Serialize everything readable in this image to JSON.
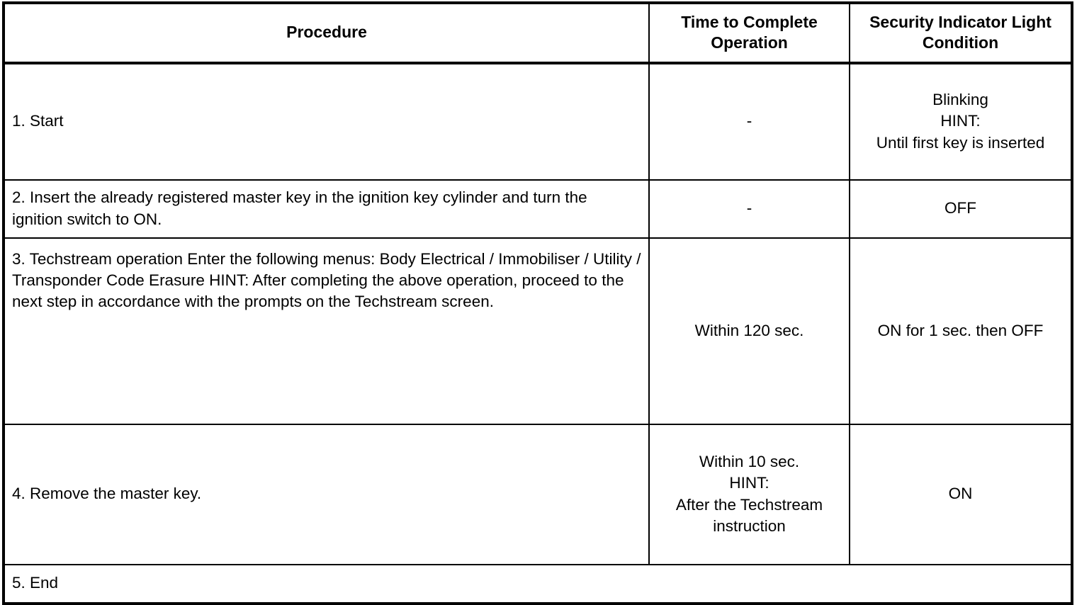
{
  "table": {
    "columns": [
      {
        "key": "procedure",
        "label": "Procedure"
      },
      {
        "key": "time",
        "label": "Time to Complete\nOperation",
        "label_line1": "Time to Complete",
        "label_line2": "Operation"
      },
      {
        "key": "light",
        "label": "Security Indicator Light\nCondition",
        "label_line1": "Security Indicator Light",
        "label_line2": "Condition"
      }
    ],
    "rows": [
      {
        "id": "row-1",
        "procedure": "1. Start",
        "time": "-",
        "light_line1": "Blinking",
        "light_line2": "HINT:",
        "light_line3": "Until first key is inserted"
      },
      {
        "id": "row-2",
        "procedure_line1": "2. Insert the already registered master key in the ignition key cylinder and turn",
        "procedure_line2": "the ignition switch to ON.",
        "time": "-",
        "light": "OFF"
      },
      {
        "id": "row-3",
        "procedure_line1": "3. Techstream operation",
        "procedure_line2": "Enter the following menus: Body Electrical / Immobiliser / Utility / Transponder",
        "procedure_line3": "Code Erasure",
        "procedure_hint_label": "HINT:",
        "procedure_hint_line1": "After completing the above operation, proceed to the next step in accordance",
        "procedure_hint_line2": "with the prompts on the Techstream screen.",
        "time": "Within 120 sec.",
        "light": "ON for 1 sec. then OFF"
      },
      {
        "id": "row-4",
        "procedure": "4. Remove the master key.",
        "time_line1": "Within 10 sec.",
        "time_line2": "HINT:",
        "time_line3": "After the Techstream",
        "time_line4": "instruction",
        "light": "ON"
      },
      {
        "id": "row-5",
        "procedure": "5. End"
      }
    ]
  },
  "colors": {
    "border": "#000000",
    "text": "#000000",
    "background": "#ffffff"
  }
}
